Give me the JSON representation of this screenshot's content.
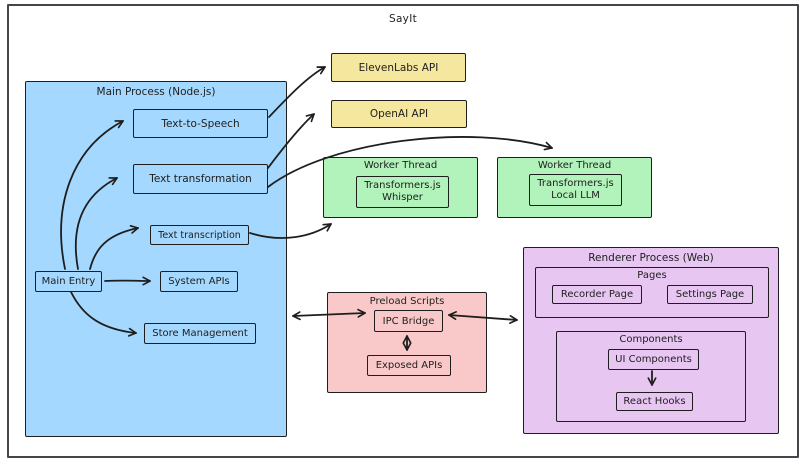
{
  "diagram": {
    "title": "SayIt",
    "colors": {
      "stroke": "#1e1e1e",
      "frame": "#43464b",
      "blue": "#a5d8ff",
      "yellow": "#f6e79e",
      "green": "#b2f2bb",
      "pink": "#f9c9c9",
      "purple": "#e8c6f2"
    },
    "main_process": {
      "title": "Main Process (Node.js)",
      "tts": "Text-to-Speech",
      "transformation": "Text transformation",
      "transcription": "Text transcription",
      "main_entry": "Main Entry",
      "system_apis": "System APIs",
      "store_management": "Store Management"
    },
    "external": {
      "elevenlabs": "ElevenLabs API",
      "openai": "OpenAI API"
    },
    "workers": [
      {
        "title": "Worker Thread",
        "line1": "Transformers.js",
        "line2": "Whisper"
      },
      {
        "title": "Worker Thread",
        "line1": "Transformers.js",
        "line2": "Local LLM"
      }
    ],
    "preload": {
      "title": "Preload Scripts",
      "ipc_bridge": "IPC Bridge",
      "exposed_apis": "Exposed APIs"
    },
    "renderer": {
      "title": "Renderer Process (Web)",
      "pages_title": "Pages",
      "recorder": "Recorder Page",
      "settings": "Settings Page",
      "components_title": "Components",
      "ui_components": "UI Components",
      "react_hooks": "React Hooks"
    }
  }
}
